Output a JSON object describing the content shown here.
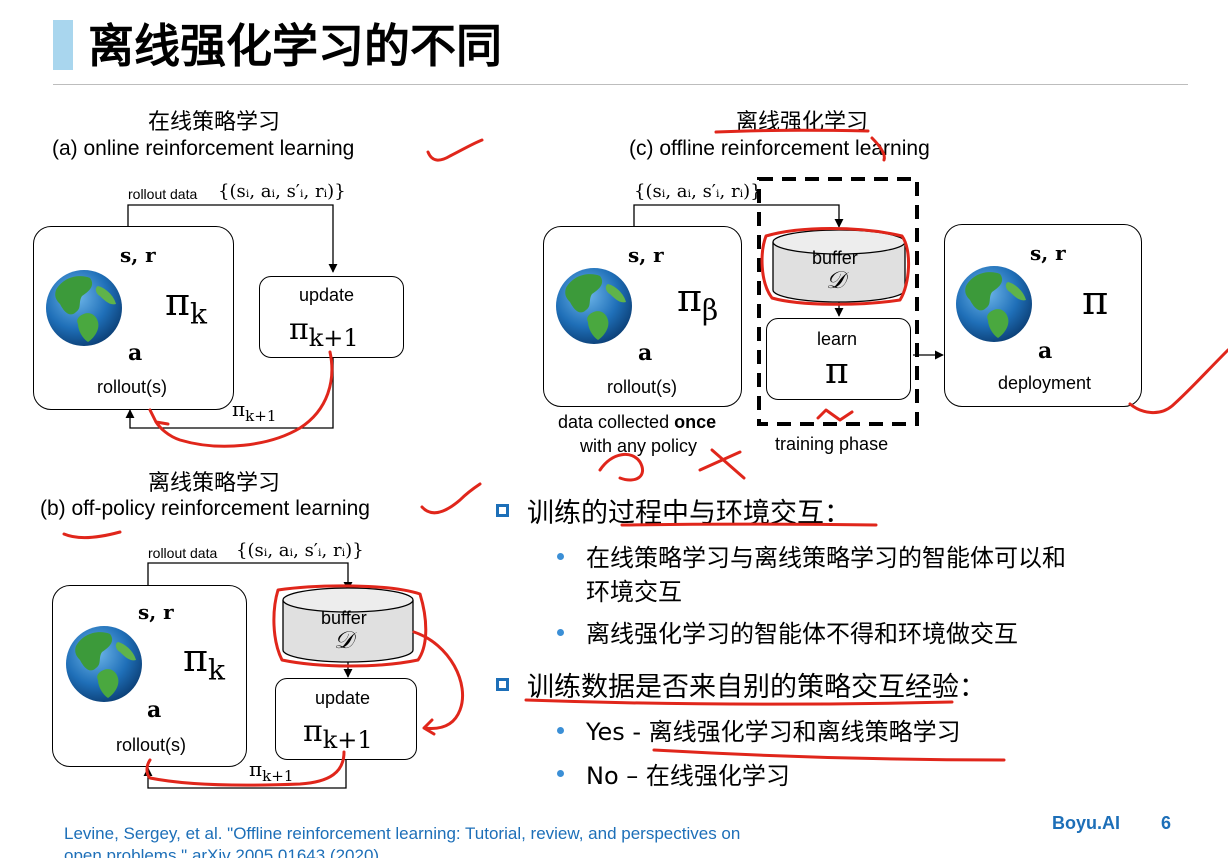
{
  "slide": {
    "title": "离线强化学习的不同",
    "page_number": "6",
    "brand": "Boyu.AI"
  },
  "citation": "Levine, Sergey, et al. \"Offline reinforcement learning: Tutorial, review, and perspectives on open problems.\" arXiv 2005.01643 (2020)",
  "diagram_a": {
    "caption_cn": "在线策略学习",
    "caption_en": "(a) online reinforcement learning",
    "rollout_data": "rollout data",
    "tuple": "{(sᵢ, aᵢ, s′ᵢ, rᵢ)}",
    "state_reward": "s, r",
    "action": "a",
    "policy": "π",
    "policy_sub": "k",
    "rollout": "rollout(s)",
    "update": "update",
    "next_policy": "π",
    "next_policy_sub": "k+1",
    "feedback_policy": "π",
    "feedback_policy_sub": "k+1"
  },
  "diagram_b": {
    "caption_cn": "离线策略学习",
    "caption_en": "(b) off-policy reinforcement learning",
    "rollout_data": "rollout data",
    "tuple": "{(sᵢ, aᵢ, s′ᵢ, rᵢ)}",
    "state_reward": "s, r",
    "action": "a",
    "policy": "π",
    "policy_sub": "k",
    "rollout": "rollout(s)",
    "buffer": "buffer",
    "buffer_symbol": "𝒟",
    "update": "update",
    "next_policy": "π",
    "next_policy_sub": "k+1",
    "feedback_policy": "π",
    "feedback_policy_sub": "k+1"
  },
  "diagram_c": {
    "caption_cn": "离线强化学习",
    "caption_en": "(c) offline reinforcement learning",
    "tuple": "{(sᵢ, aᵢ, s′ᵢ, rᵢ)}",
    "state_reward": "s, r",
    "action": "a",
    "behavior_policy": "π",
    "behavior_policy_sub": "β",
    "rollout": "rollout(s)",
    "collected_1": "data collected",
    "collected_bold": "once",
    "collected_2": "with any policy",
    "buffer": "buffer",
    "buffer_symbol": "𝒟",
    "learn": "learn",
    "learn_policy": "π",
    "training_phase": "training phase",
    "deploy_state_reward": "s, r",
    "deploy_action": "a",
    "deploy_policy": "π",
    "deployment": "deployment"
  },
  "bullets": [
    {
      "text": "训练的过程中与环境交互：",
      "items": [
        "在线策略学习与离线策略学习的智能体可以和",
        "环境交互",
        "离线强化学习的智能体不得和环境做交互"
      ]
    },
    {
      "text": "训练数据是否来自别的策略交互经验：",
      "items": [
        "Yes - 离线强化学习和离线策略学习",
        "No – 在线强化学习"
      ]
    }
  ],
  "colors": {
    "accent": "#a9d6ee",
    "bullet_square": "#1d6fb8",
    "citation": "#1d6fb8",
    "annotation": "#e0261b"
  },
  "icons": [
    "globe-icon",
    "arrow-icon"
  ]
}
